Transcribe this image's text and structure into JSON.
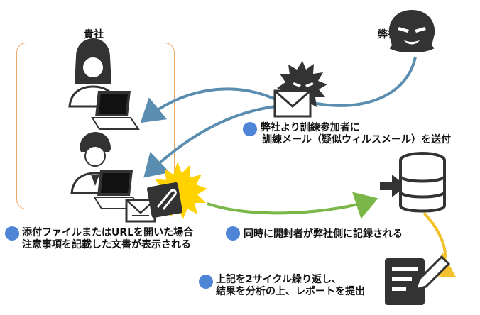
{
  "company_label": "貴社",
  "our_company_label": "弊社",
  "steps": [
    {
      "line1": "弊社より訓練参加者に",
      "line2": "訓練メール（疑似ウィルスメール）を送付"
    },
    {
      "line1": "添付ファイルまたはURLを開いた場合",
      "line2": "注意事項を記載した文書が表示される"
    },
    {
      "line1": "同時に開封者が弊社側に記録される"
    },
    {
      "line1": "上記を2サイクル繰り返し、",
      "line2": "結果を分析の上、レポートを提出"
    }
  ],
  "colors": {
    "box_border": "#f0a868",
    "blue_arrow": "#5b8db0",
    "green_arrow": "#7ab648",
    "yellow_arrow": "#f2c12e",
    "step_dot": "#4f85d6",
    "burst": "#ffd200",
    "icon_dark": "#333333"
  },
  "icons": [
    "user-female-icon",
    "laptop-icon",
    "user-male-icon",
    "hacker-icon",
    "virus-icon",
    "mail-icon",
    "attachment-icon",
    "database-icon",
    "report-icon"
  ]
}
